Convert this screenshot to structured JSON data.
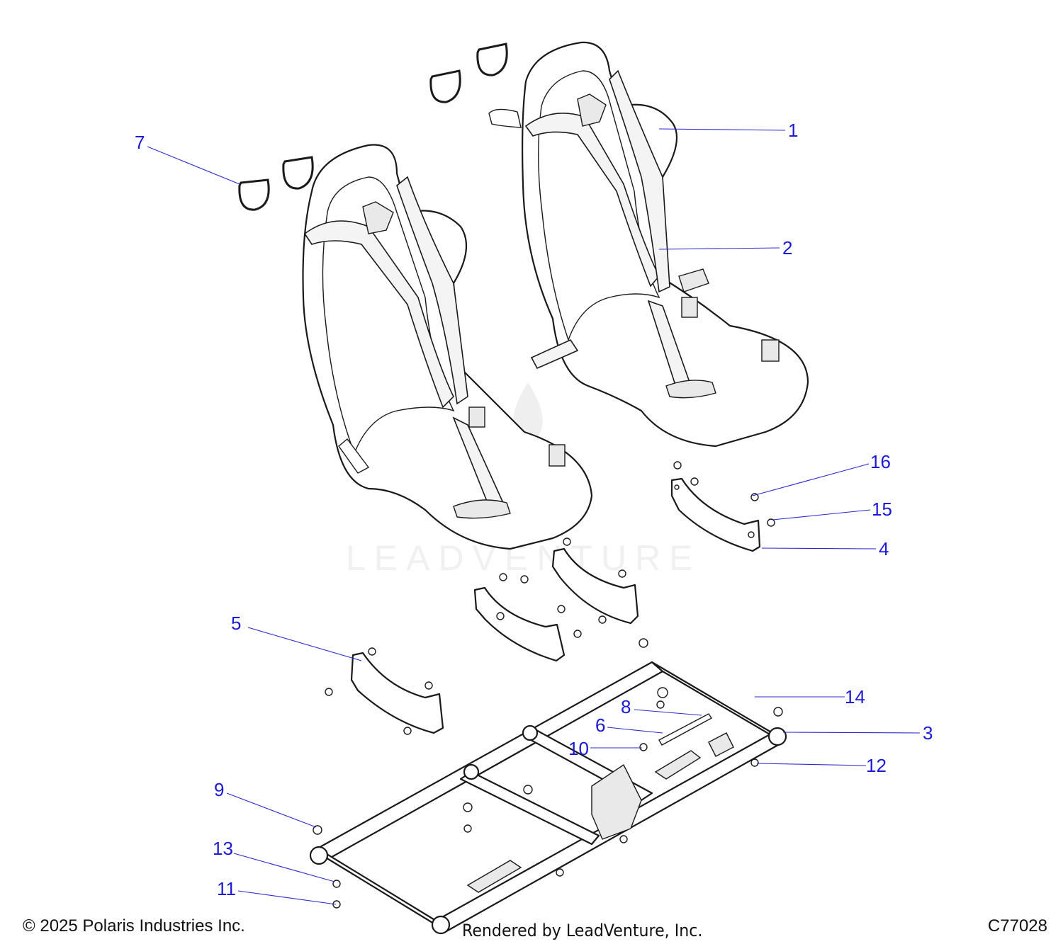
{
  "watermark": {
    "text": "LEADVENTURE"
  },
  "callouts": [
    {
      "id": "1",
      "label": "1"
    },
    {
      "id": "2",
      "label": "2"
    },
    {
      "id": "3",
      "label": "3"
    },
    {
      "id": "4",
      "label": "4"
    },
    {
      "id": "5",
      "label": "5"
    },
    {
      "id": "6",
      "label": "6"
    },
    {
      "id": "7",
      "label": "7"
    },
    {
      "id": "8",
      "label": "8"
    },
    {
      "id": "9",
      "label": "9"
    },
    {
      "id": "10",
      "label": "10"
    },
    {
      "id": "11",
      "label": "11"
    },
    {
      "id": "12",
      "label": "12"
    },
    {
      "id": "13",
      "label": "13"
    },
    {
      "id": "14",
      "label": "14"
    },
    {
      "id": "15",
      "label": "15"
    },
    {
      "id": "16",
      "label": "16"
    }
  ],
  "footer": {
    "copyright": "© 2025 Polaris Industries Inc.",
    "rendered_by": "Rendered by LeadVenture, Inc.",
    "figure_code": "C77028"
  },
  "colors": {
    "callout": "#1a1ad6",
    "line": "#1a1a1a"
  }
}
